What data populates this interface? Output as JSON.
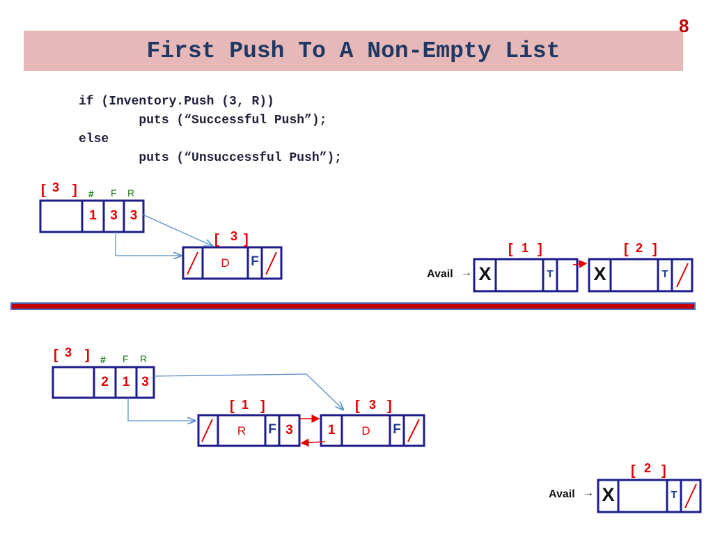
{
  "slide": {
    "number": "8",
    "title": "First Push To A Non-Empty List"
  },
  "code": {
    "line1": "if (Inventory.Push (3, R))",
    "line2": "        puts (“Successful Push”);",
    "line3": "else",
    "line4": "        puts (“Unsuccessful Push”);"
  },
  "before": {
    "header": {
      "bracket_open": "[",
      "bracket_close": "]",
      "index": "3",
      "labels": [
        "#",
        "F",
        "R"
      ],
      "values": [
        "1",
        "3",
        "3"
      ]
    },
    "node3": {
      "index": "3",
      "data": "D",
      "flag": "F"
    },
    "avail_label": "Avail",
    "avail1": {
      "index": "1",
      "mark": "X",
      "flag": "T"
    },
    "avail2": {
      "index": "2",
      "mark": "X",
      "flag": "T"
    }
  },
  "after": {
    "header": {
      "index": "3",
      "labels": [
        "#",
        "F",
        "R"
      ],
      "values": [
        "2",
        "1",
        "3"
      ]
    },
    "node1": {
      "index": "1",
      "data": "R",
      "flag": "F",
      "next": "3"
    },
    "node3": {
      "index": "3",
      "prev": "1",
      "data": "D",
      "flag": "F"
    },
    "avail_label": "Avail",
    "avail2": {
      "index": "2",
      "mark": "X",
      "flag": "T"
    }
  },
  "colors": {
    "title_bg": "#e6b9b8",
    "box_border": "#1c1c8c",
    "arrow_blue": "#5b8fc9",
    "arrow_red": "#e00000",
    "index_red": "#e00000",
    "label_green": "#1a7a1a",
    "divider_red": "#c00000",
    "divider_blue": "#4472c4"
  }
}
